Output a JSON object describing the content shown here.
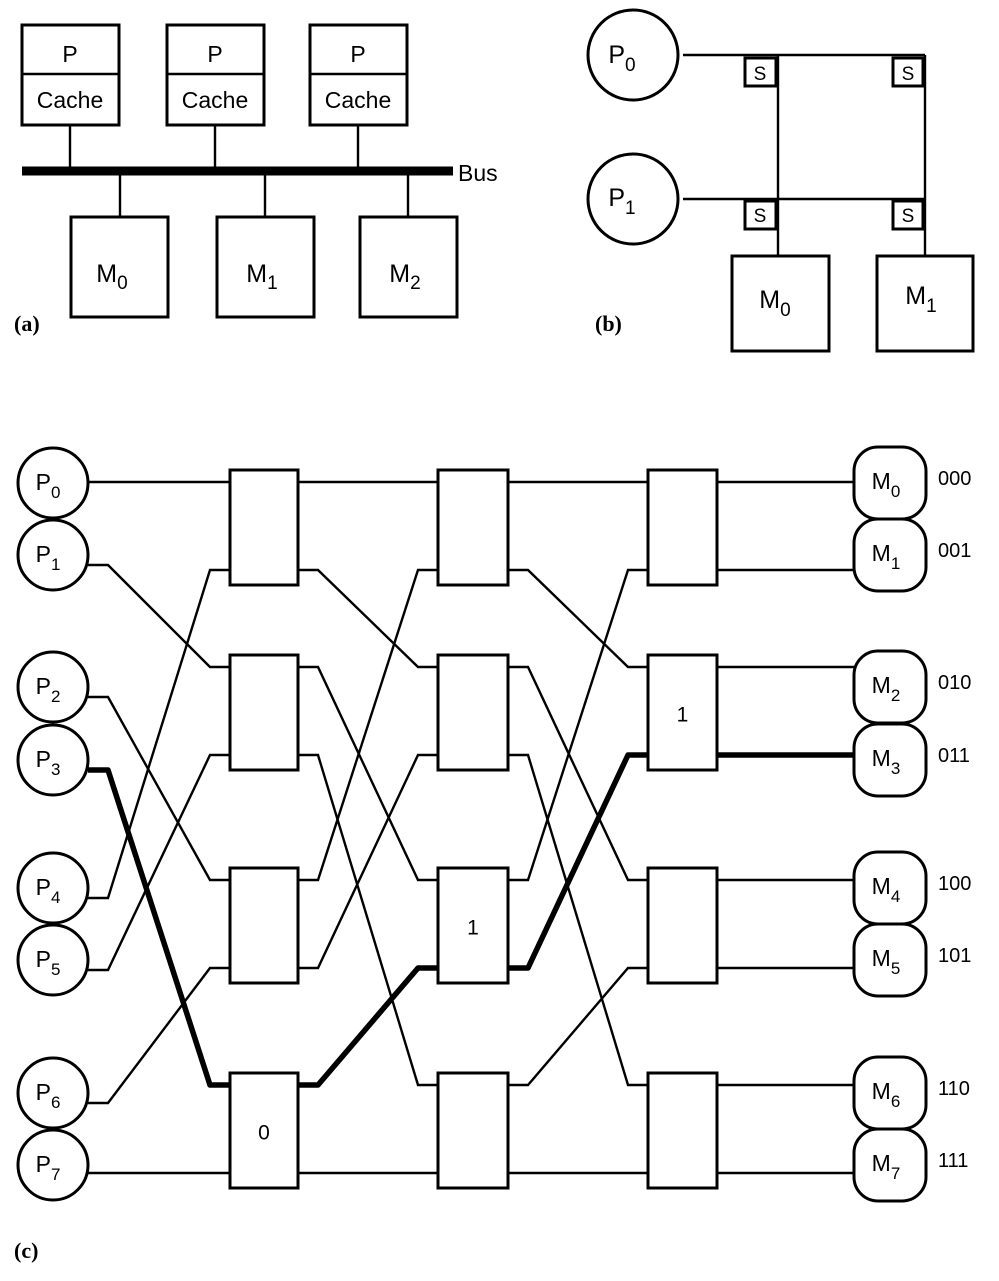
{
  "panel_a": {
    "label": "(a)",
    "processors": [
      {
        "top": "P",
        "bottom": "Cache"
      },
      {
        "top": "P",
        "bottom": "Cache"
      },
      {
        "top": "P",
        "bottom": "Cache"
      }
    ],
    "bus_label": "Bus",
    "memories": [
      {
        "name": "M",
        "sub": "0"
      },
      {
        "name": "M",
        "sub": "1"
      },
      {
        "name": "M",
        "sub": "2"
      }
    ]
  },
  "panel_b": {
    "label": "(b)",
    "processors": [
      {
        "name": "P",
        "sub": "0"
      },
      {
        "name": "P",
        "sub": "1"
      }
    ],
    "switch_label": "S",
    "memories": [
      {
        "name": "M",
        "sub": "0"
      },
      {
        "name": "M",
        "sub": "1"
      }
    ]
  },
  "panel_c": {
    "label": "(c)",
    "processors": [
      {
        "name": "P",
        "sub": "0"
      },
      {
        "name": "P",
        "sub": "1"
      },
      {
        "name": "P",
        "sub": "2"
      },
      {
        "name": "P",
        "sub": "3"
      },
      {
        "name": "P",
        "sub": "4"
      },
      {
        "name": "P",
        "sub": "5"
      },
      {
        "name": "P",
        "sub": "6"
      },
      {
        "name": "P",
        "sub": "7"
      }
    ],
    "memories": [
      {
        "name": "M",
        "sub": "0",
        "address": "000"
      },
      {
        "name": "M",
        "sub": "1",
        "address": "001"
      },
      {
        "name": "M",
        "sub": "2",
        "address": "010"
      },
      {
        "name": "M",
        "sub": "3",
        "address": "011"
      },
      {
        "name": "M",
        "sub": "4",
        "address": "100"
      },
      {
        "name": "M",
        "sub": "5",
        "address": "101"
      },
      {
        "name": "M",
        "sub": "6",
        "address": "110"
      },
      {
        "name": "M",
        "sub": "7",
        "address": "111"
      }
    ],
    "switch_labels": {
      "stage1": [
        "",
        "",
        "",
        "0"
      ],
      "stage2": [
        "",
        "",
        "1",
        ""
      ],
      "stage3": [
        "",
        "1",
        "",
        ""
      ]
    },
    "highlighted_path": {
      "from": "P3",
      "to": "M3",
      "switch_bits": [
        "0",
        "1",
        "1"
      ]
    }
  }
}
